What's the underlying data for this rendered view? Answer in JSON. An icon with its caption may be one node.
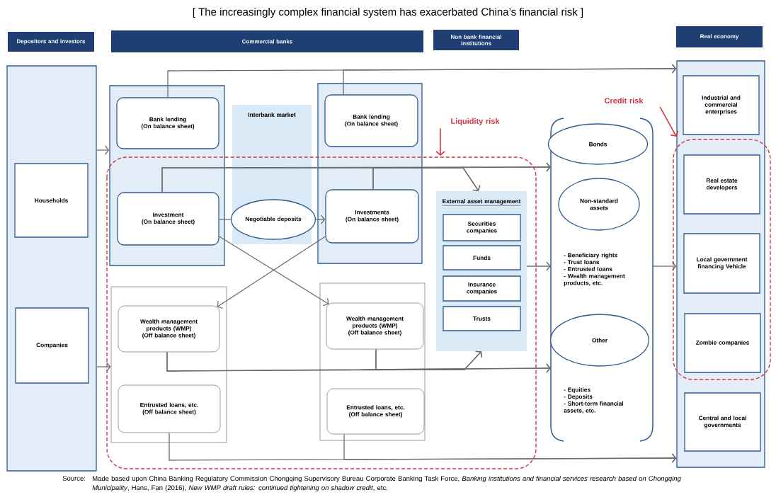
{
  "diagram": {
    "title": "[ The increasingly complex financial system has exacerbated China’s financial risk ]",
    "caption": "Made based upon China Banking Regulatory Commission Chongqing Supervisory Bureau Corporate Banking Task Force, *Banking institutions and financial services research based on Chongqing Municipality*, Hans, Fan (2016), *New WMP draft rules: continued tightening on shadow credit*, etc.",
    "nodes": [
      {
        "text": [
          "Depositors and investors"
        ]
      },
      {
        "text": [
          "Commercial banks"
        ]
      },
      {
        "text": [
          "Non bank financial institutions"
        ]
      },
      {
        "text": [
          "Real economy"
        ]
      },
      {
        "text": [],
        "shape": "box"
      },
      {
        "text": [
          "Households"
        ],
        "in": 4
      },
      {
        "text": [
          "Companies"
        ],
        "in": 4
      },
      {
        "text": [],
        "shape": "box"
      },
      {
        "text": [
          "Bank lending",
          "(On balance sheet)"
        ],
        "in": 7
      },
      {
        "text": [
          "Investment",
          "(On balance sheet)"
        ],
        "in": 7
      },
      {
        "text": [
          "Interbank market"
        ]
      },
      {
        "text": [
          "Negotiable deposits"
        ],
        "in": 10
      },
      {
        "text": [],
        "shape": "box"
      },
      {
        "text": [
          "Bank lending",
          "(On balance sheet)"
        ],
        "in": 12
      },
      {
        "text": [
          "Investments",
          "(On balance sheet)"
        ],
        "in": 12
      },
      {
        "text": [],
        "shape": "box"
      },
      {
        "text": [
          "Wealth management products (WMP)",
          "(Off balance sheet)"
        ],
        "in": 15
      },
      {
        "text": [
          "Entrusted loans, etc.",
          "(Off balance sheet)"
        ],
        "in": 15
      },
      {
        "text": [],
        "shape": "box"
      },
      {
        "text": [
          "Wealth management products (WMP)",
          "(Off balance sheet)"
        ],
        "in": 18
      },
      {
        "text": [
          "Entrusted loans, etc.",
          "(Off balance sheet)"
        ],
        "in": 18
      },
      {
        "text": [
          "External asset management"
        ]
      },
      {
        "text": [
          "Securities companies"
        ],
        "in": 21
      },
      {
        "text": [
          "Funds"
        ],
        "in": 21
      },
      {
        "text": [
          "Insurance companies"
        ],
        "in": 21
      },
      {
        "text": [
          "Trusts"
        ],
        "in": 21
      },
      {
        "text": [
          "- Beneficiary rights",
          "- Trust loans",
          "- Entrusted loans",
          "- Wealth management products, etc.",
          "- Equities",
          "- Deposits",
          "- Short-term financial assets, etc."
        ]
      },
      {
        "text": [
          "Bonds"
        ],
        "in": 26
      },
      {
        "text": [
          "Non-standard assets"
        ],
        "in": 26
      },
      {
        "text": [
          "Other"
        ],
        "in": 26
      },
      {
        "text": [],
        "shape": "box"
      },
      {
        "text": [
          "Industrial and commercial enterprises"
        ],
        "in": 30
      },
      {
        "text": [
          "Real estate developers"
        ],
        "in": 30
      },
      {
        "text": [
          "Local government financing Vehicle"
        ],
        "in": 30
      },
      {
        "text": [
          "Zombie companies"
        ],
        "in": 30
      },
      {
        "text": [
          "Central and local governments"
        ],
        "in": 30
      },
      {
        "text": [
          "Credit risk"
        ]
      },
      {
        "text": [
          "Liquidity risk"
        ]
      }
    ],
    "edges": [
      {
        "from": 4,
        "to": 7,
        "arrow": "to"
      },
      {
        "from": 4,
        "to": 15,
        "arrow": "to"
      },
      {
        "from": 8,
        "to": 30,
        "arrow": "to"
      },
      {
        "from": 13,
        "to": 30,
        "arrow": "to"
      },
      {
        "from": 9,
        "to": 26,
        "arrow": "to"
      },
      {
        "from": 14,
        "to": 26,
        "arrow": "to"
      },
      {
        "from": 9,
        "to": 21,
        "arrow": "to"
      },
      {
        "from": 14,
        "to": 21,
        "arrow": "to"
      },
      {
        "from": 9,
        "to": 11,
        "arrow": "none"
      },
      {
        "from": 11,
        "to": 14,
        "arrow": "to"
      },
      {
        "from": 9,
        "to": 19,
        "arrow": "to"
      },
      {
        "from": 14,
        "to": 16,
        "arrow": "to"
      },
      {
        "from": 16,
        "to": 26,
        "arrow": "to"
      },
      {
        "from": 19,
        "to": 26,
        "arrow": "to"
      },
      {
        "from": 16,
        "to": 21,
        "arrow": "to"
      },
      {
        "from": 19,
        "to": 21,
        "arrow": "to"
      },
      {
        "from": 17,
        "to": 30,
        "arrow": "to"
      },
      {
        "from": 20,
        "to": 30,
        "arrow": "to"
      },
      {
        "from": 21,
        "to": 26,
        "arrow": "to"
      },
      {
        "from": 26,
        "to": 30,
        "arrow": "to"
      },
      {
        "from": 36,
        "to": 30,
        "arrow": "to",
        "color": "#d2343f"
      },
      {
        "from": 37,
        "to": null,
        "arrow": "to",
        "color": "#d2343f"
      }
    ],
    "labels": [
      "Source:"
    ]
  }
}
